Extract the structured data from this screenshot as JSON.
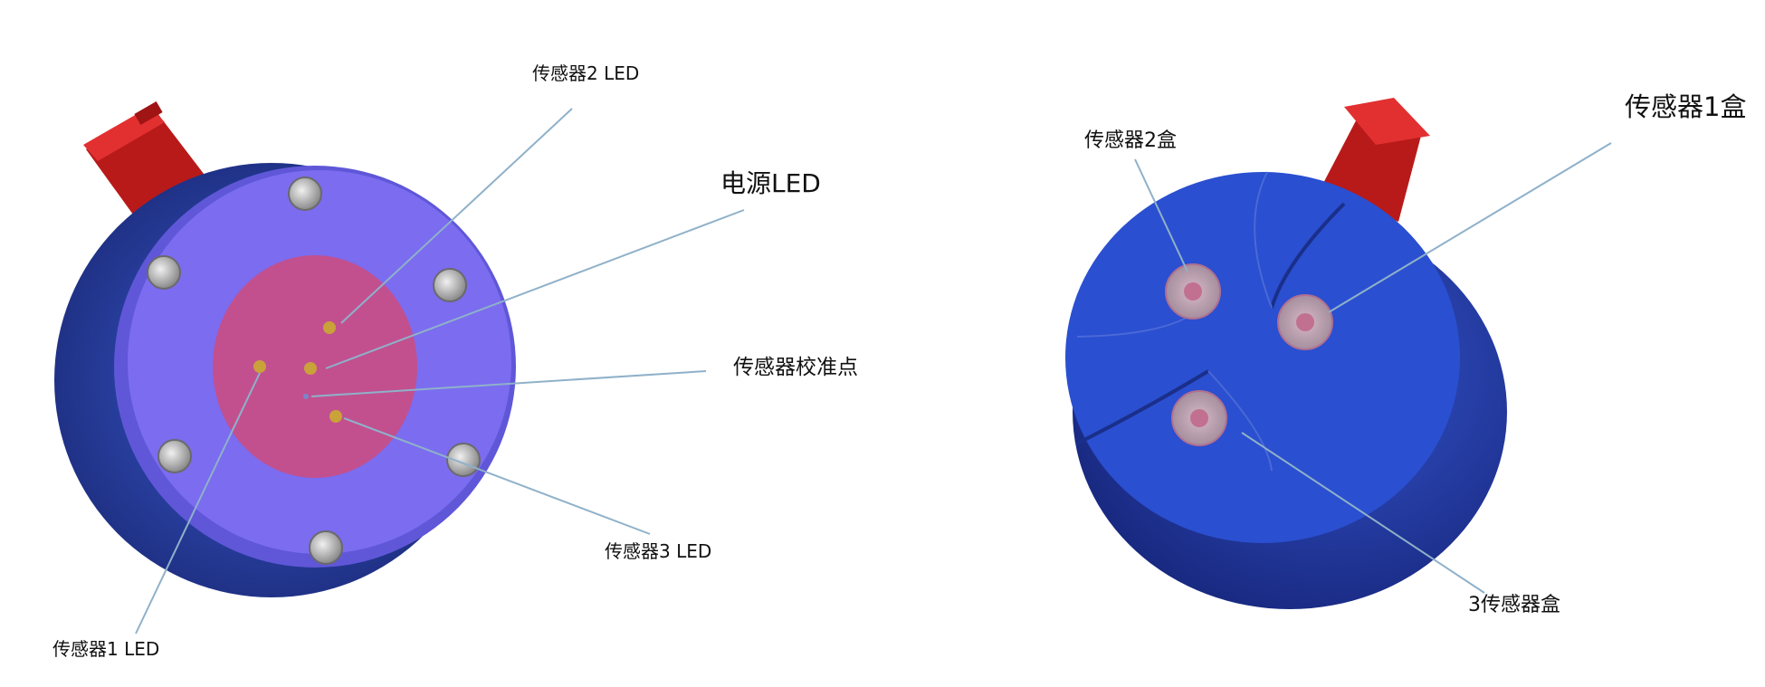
{
  "left_device": {
    "labels": {
      "sensor2_led": "传感器2 LED",
      "power_led": "电源LED",
      "calibration_point": "传感器校准点",
      "sensor3_led": "传感器3 LED",
      "sensor1_led": "传感器1 LED"
    },
    "colors": {
      "connector": "#d42020",
      "face": "#7b6cf0",
      "center_pad": "#c2508f",
      "body_side": "#2d4ab8",
      "bolt": "#b9b9b9",
      "led": "#c9a23a",
      "leader_line": "#8fb1c9"
    }
  },
  "right_device": {
    "labels": {
      "sensor1_box": "传感器1盒",
      "sensor2_box": "传感器2盒",
      "sensor3_box": "3传感器盒"
    },
    "colors": {
      "connector": "#d42020",
      "face": "#2a4fd0",
      "body_side": "#2440b0",
      "sensor_pad": "#c8a8b8",
      "leader_line": "#8fb1c9"
    }
  }
}
